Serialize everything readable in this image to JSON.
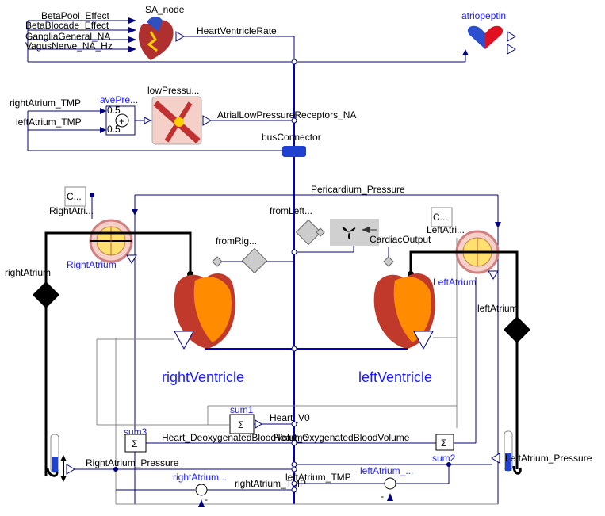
{
  "colors": {
    "signal": "#000080",
    "bus": "#0000c0",
    "label_blue": "#1a1aff",
    "heart_red": "#c0392b",
    "heart_orange": "#ff8c00"
  },
  "labels": {
    "beta_pool": "BetaPool_Effect",
    "beta_blocade": "BetaBlocade_Effect",
    "ganglia": "GangliaGeneral_NA",
    "vagus": "VagusNerve_NA_Hz",
    "sa_node": "SA_node",
    "heart_rate": "HeartVentricleRate",
    "atriopeptin": "atriopeptin",
    "right_atrium_tmp": "rightAtrium_TMP",
    "left_atrium_tmp": "leftAtrium_TMP",
    "ave_pre": "avePre...",
    "gain1": "0.5",
    "gain2": "0.5",
    "low_pressure": "lowPressu...",
    "atrial_low": "AtrialLowPressureReceptors_NA",
    "bus_connector": "busConnector",
    "pericardium": "Pericardium_Pressure",
    "c_left": "C...",
    "c_right": "C...",
    "right_atr_top": "RightAtri...",
    "right_atrium_blue": "RightAtrium",
    "right_atrium_black": "rightAtrium",
    "from_left": "fromLeft...",
    "from_right": "fromRig...",
    "cardiac_output": "CardiacOutput",
    "left_atri_top": "LeftAtri...",
    "left_atrium_blue": "LeftAtrium",
    "left_atrium_black": "leftAtrium",
    "right_ventricle": "rightVentricle",
    "left_ventricle": "leftVentricle",
    "sum1": "sum1",
    "sum2": "sum2",
    "sum3": "sum3",
    "heart_v0": "Heart_V0",
    "deoxy": "Heart_DeoxygenatedBloodVolume",
    "oxy": "Heart_OxygenatedBloodVolume",
    "ra_pressure": "RightAtrium_Pressure",
    "la_pressure": "LeftAtrium_Pressure",
    "right_atrium_dots": "rightAtrium...",
    "left_atrium_dots": "leftAtrium_...",
    "right_atrium_tmp2": "rightAtrium_TMP",
    "left_atrium_tmp2": "leftAtrium_TMP",
    "sigma": "Σ",
    "plus": "+",
    "minus": "-"
  }
}
